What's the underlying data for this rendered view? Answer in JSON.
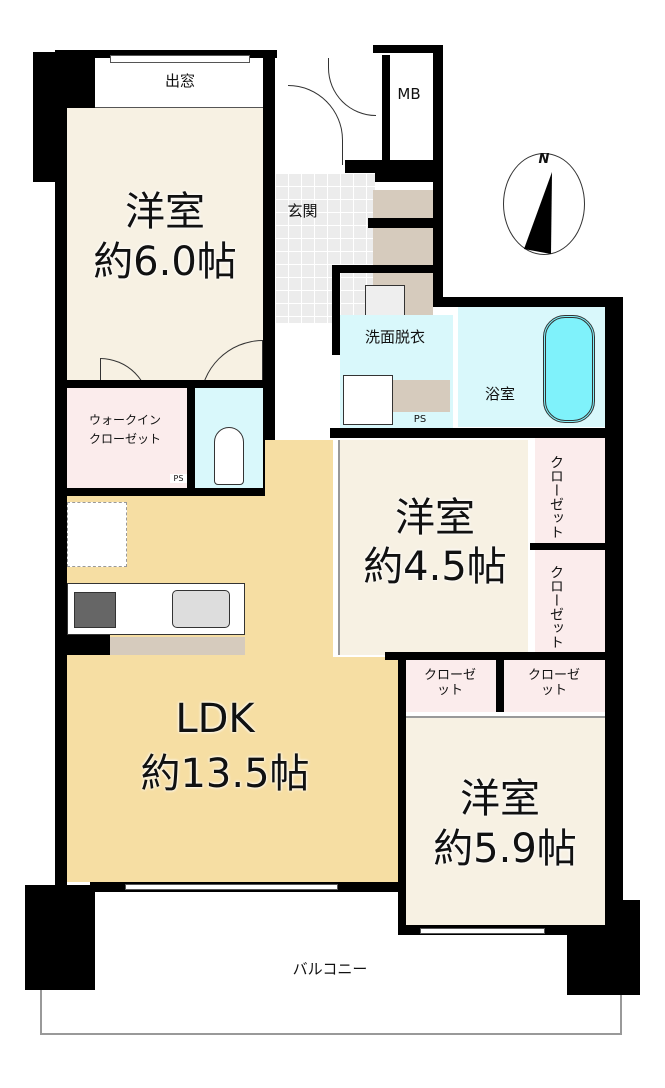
{
  "rooms": {
    "western_room_1": {
      "name": "洋室",
      "size": "約6.0帖"
    },
    "western_room_2": {
      "name": "洋室",
      "size": "約4.5帖"
    },
    "western_room_3": {
      "name": "洋室",
      "size": "約5.9帖"
    },
    "ldk": {
      "name": "LDK",
      "size": "約13.5帖"
    }
  },
  "labels": {
    "bay_window": "出窓",
    "mb": "MB",
    "entrance": "玄関",
    "washroom": "洗面脱衣",
    "bathroom": "浴室",
    "walk_in_closet_1": "ウォークイン",
    "walk_in_closet_2": "クローゼット",
    "ps": "PS",
    "closet_1": "クローゼット",
    "closet_2": "クローゼット",
    "closet_3a": "クロー",
    "closet_3b": "ゼット",
    "closet_4a": "クロー",
    "closet_4b": "ゼット",
    "balcony": "バルコニー",
    "north": "N"
  },
  "colors": {
    "western": "#f7f1e3",
    "ldk": "#f6dea3",
    "closet": "#fbecec",
    "water": "#d9f8fb",
    "bathtub": "#7ff2fb",
    "storage": "#d6cbbd"
  }
}
